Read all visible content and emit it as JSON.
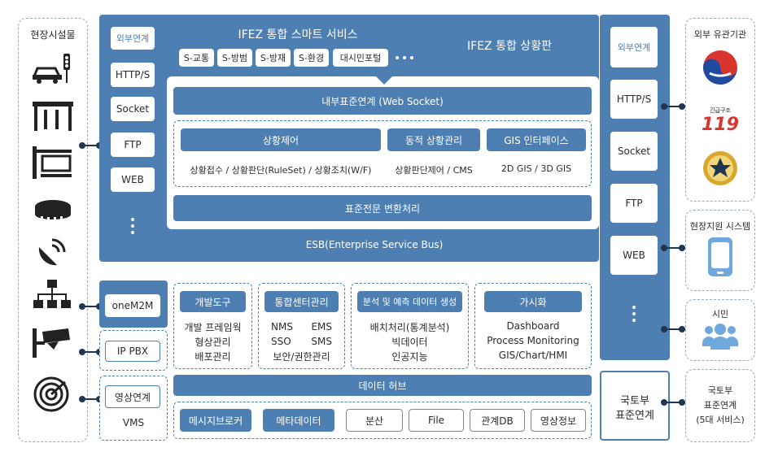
{
  "left": {
    "title": "현장시설물",
    "icons": [
      "car-traffic-light-icon",
      "bus-stop-icon",
      "signboard-icon",
      "smoke-detector-icon",
      "satellite-dish-icon",
      "network-icon",
      "cctv-icon",
      "radar-icon"
    ]
  },
  "protocols_left": {
    "external": "외부연계",
    "items": [
      "HTTP/S",
      "Socket",
      "FTP",
      "WEB"
    ]
  },
  "smart_service": {
    "title": "IFEZ 통합 스마트 서비스",
    "items": [
      "S-교통",
      "S-방범",
      "S-방재",
      "S-환경",
      "대시민포털"
    ]
  },
  "situation_board": "IFEZ 통합 상황판",
  "websocket": "내부표준연계 (Web Socket)",
  "modules": {
    "situation_control": {
      "title": "상황제어",
      "detail": "상황접수 / 상황판단(RuleSet) / 상황조치(W/F)"
    },
    "dynamic": {
      "title": "동적 상황관리",
      "detail": "상황판단제어 / CMS"
    },
    "gis": {
      "title": "GIS 인터페이스",
      "detail": "2D GIS / 3D GIS"
    }
  },
  "conversion": "표준전문 변환처리",
  "esb": "ESB(Enterprise Service Bus)",
  "onem2m": "oneM2M",
  "ippbx": "IP PBX",
  "video": {
    "title": "영상연계",
    "sub": "VMS"
  },
  "lower": {
    "dev": {
      "title": "개발도구",
      "lines": [
        "개발 프레임웍",
        "형상관리",
        "배포관리"
      ]
    },
    "center": {
      "title": "통합센터관리",
      "grid": [
        [
          "NMS",
          "EMS"
        ],
        [
          "SSO",
          "SMS"
        ]
      ],
      "last": "보안/권한관리"
    },
    "analysis": {
      "title": "분석 및 예측 데이터 생성",
      "lines": [
        "배치처리(통계분석)",
        "빅데이터",
        "인공지능"
      ]
    },
    "visual": {
      "title": "가시화",
      "lines": [
        "Dashboard",
        "Process Monitoring",
        "GIS/Chart/HMI"
      ]
    }
  },
  "datahub": {
    "title": "데이터 허브",
    "items": [
      "메시지브로커",
      "메타데이터",
      "분산",
      "File",
      "관계DB",
      "영상정보"
    ]
  },
  "protocols_right": {
    "external": "외부연계",
    "items": [
      "HTTP/S",
      "Socket",
      "FTP",
      "WEB"
    ]
  },
  "molit_left": {
    "line1": "국토부",
    "line2": "표준연계"
  },
  "right": {
    "external_agency": {
      "title": "외부 유관기관",
      "rescue_label": "긴급구조",
      "rescue_number": "119"
    },
    "field_support": "현장지원 시스템",
    "citizen": "시민",
    "molit": {
      "line1": "국토부",
      "line2": "표준연계",
      "line3": "(5대 서비스)"
    }
  },
  "colors": {
    "primary": "#4d7fb3",
    "dark": "#1f3552"
  }
}
